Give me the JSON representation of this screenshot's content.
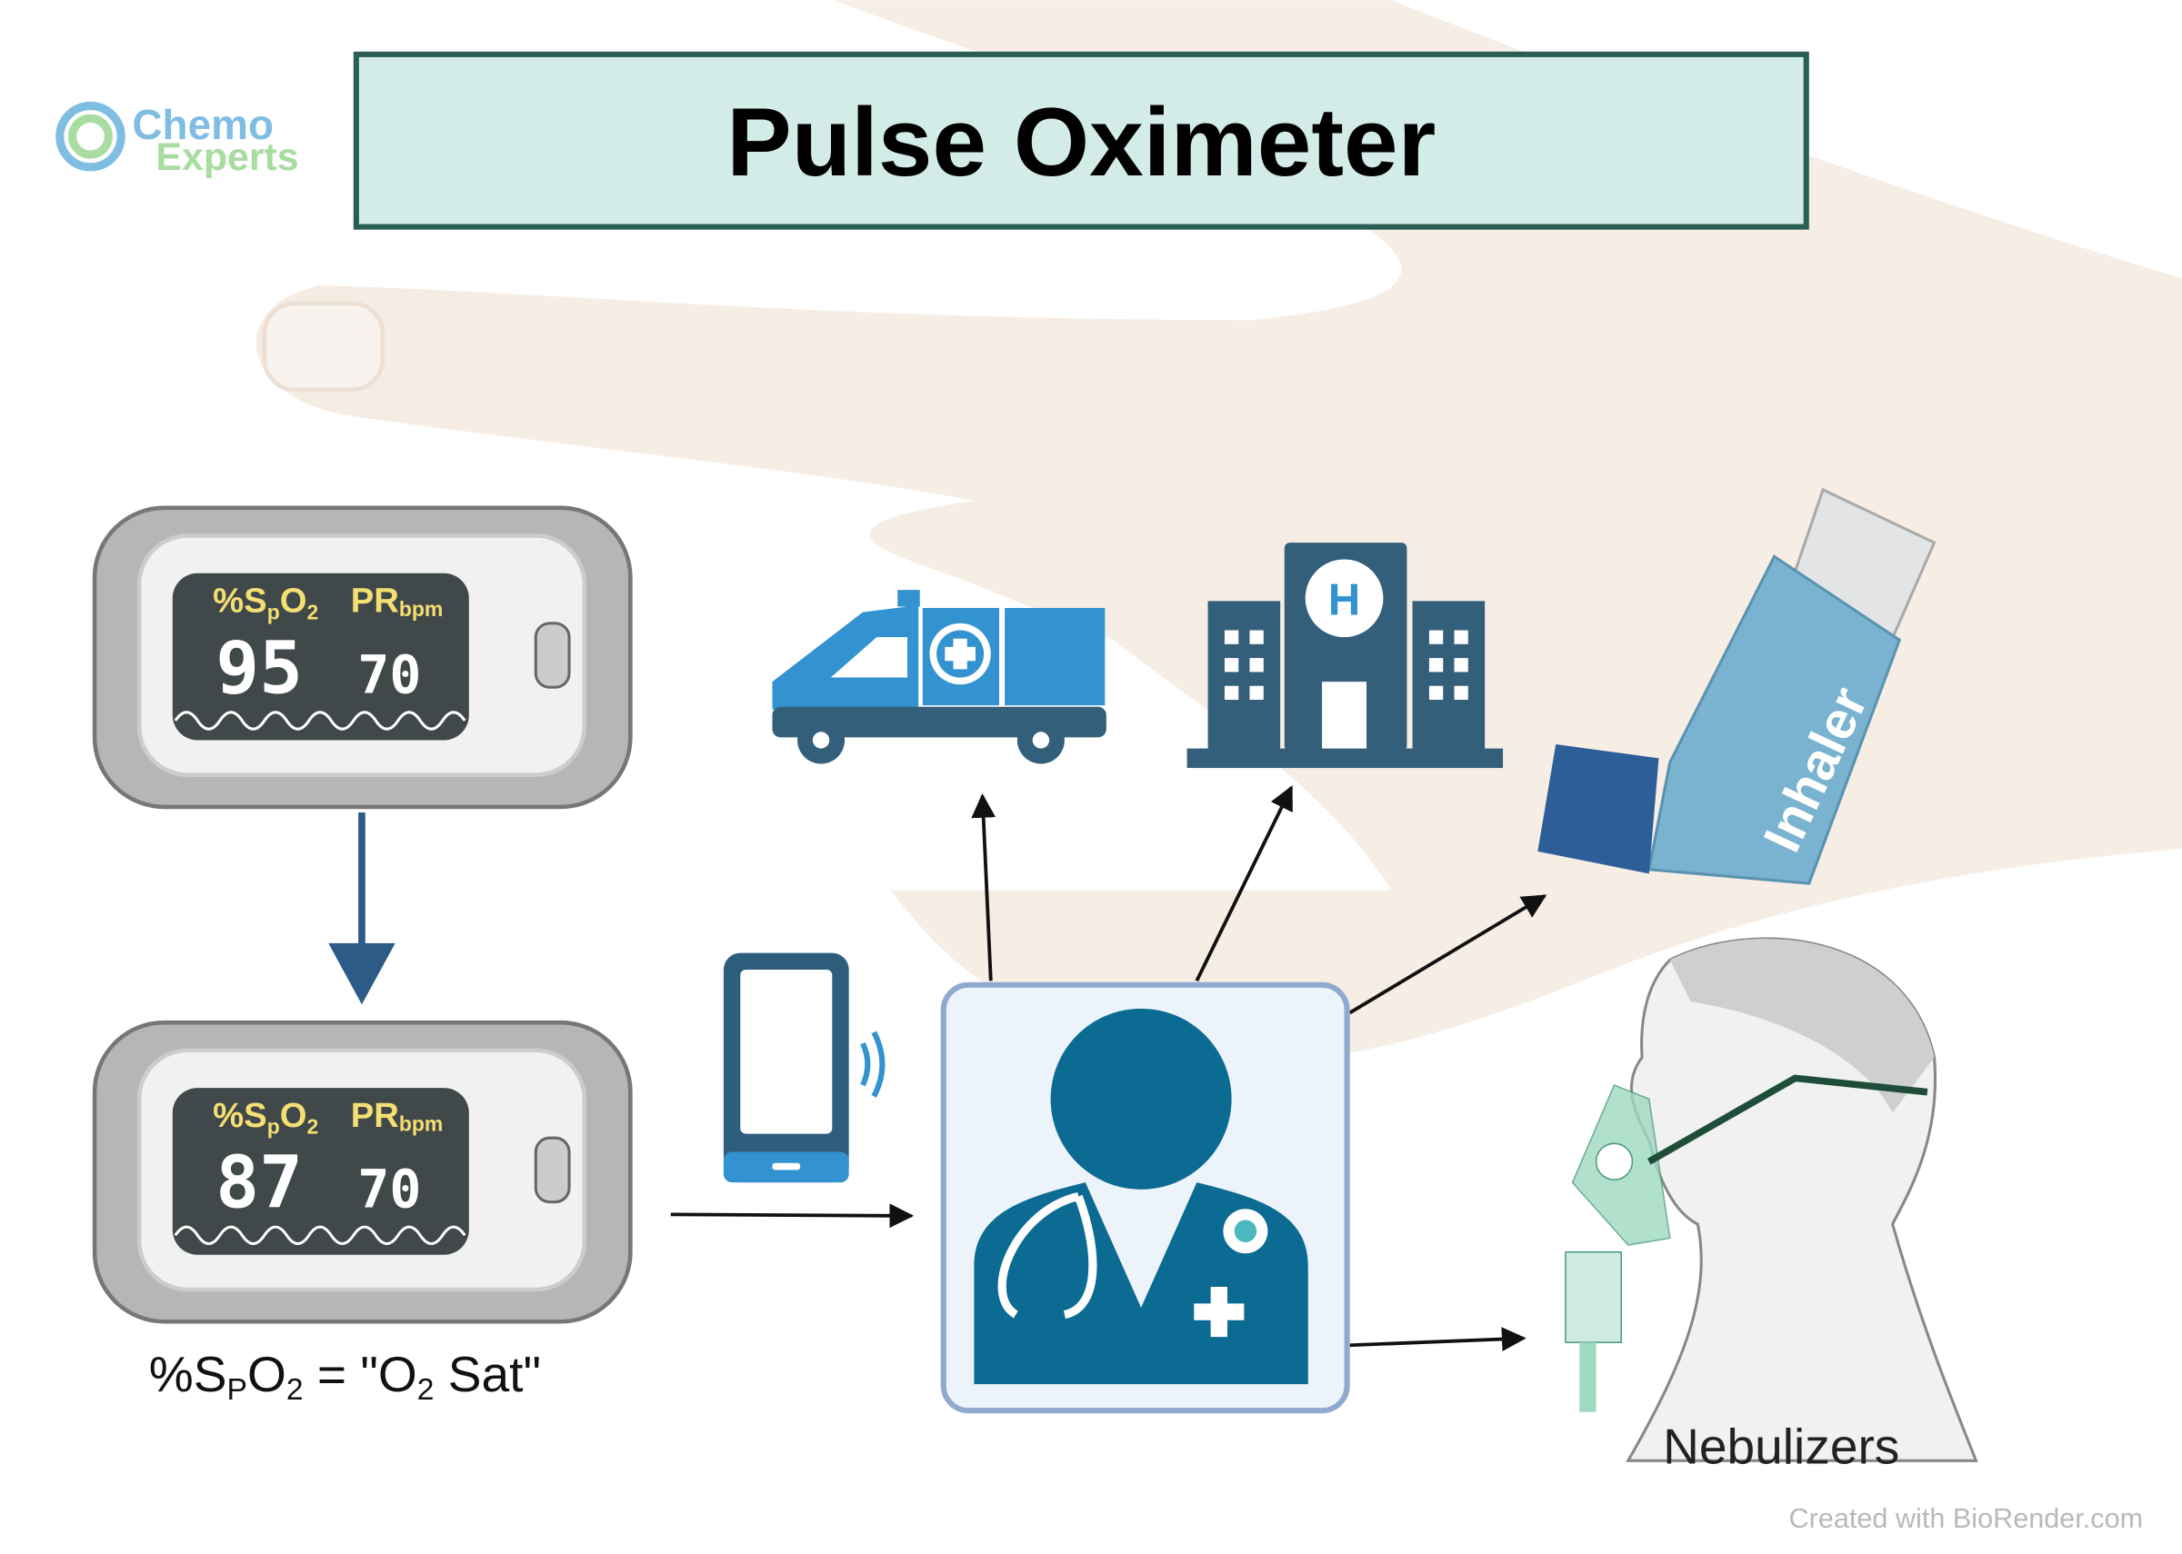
{
  "title": "Pulse Oximeter",
  "logo": {
    "line1": "Chemo",
    "line2": "Experts"
  },
  "oximeter_top": {
    "spo2_label": "%S",
    "spo2_sub": "p",
    "spo2_o": "O",
    "spo2_sub2": "2",
    "pr_label": "PR",
    "pr_sub": "bpm",
    "spo2_value": "95",
    "pr_value": "70"
  },
  "oximeter_bottom": {
    "spo2_label": "%S",
    "spo2_sub": "p",
    "spo2_o": "O",
    "spo2_sub2": "2",
    "pr_label": "PR",
    "pr_sub": "bpm",
    "spo2_value": "87",
    "pr_value": "70"
  },
  "caption": {
    "part1": "%S",
    "sub1": "P",
    "part2": "O",
    "sub2": "2",
    "part3": " = \"O",
    "sub3": "2",
    "part4": " Sat\""
  },
  "inhaler_label": "Inhaler",
  "nebulizer_label": "Nebulizers",
  "watermark": "Created with BioRender.com",
  "colors": {
    "title_bg": "#d3ece8",
    "title_border": "#2a5e52",
    "icon_dark": "#335f7a",
    "icon_blue": "#3293d0",
    "doctor": "#0b6b92",
    "logo_blue": "#7fbde3",
    "logo_green": "#a8dca0"
  }
}
